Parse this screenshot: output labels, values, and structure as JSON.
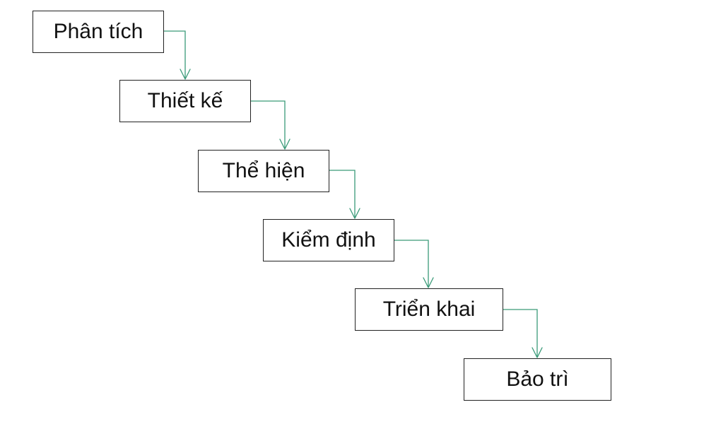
{
  "diagram": {
    "steps": [
      {
        "label": "Phân tích"
      },
      {
        "label": "Thiết kế"
      },
      {
        "label": "Thể hiện"
      },
      {
        "label": "Kiểm định"
      },
      {
        "label": "Triển khai"
      },
      {
        "label": "Bảo trì"
      }
    ],
    "colors": {
      "connector": "#3a9a78",
      "box_border": "#222222",
      "text": "#111111"
    }
  }
}
